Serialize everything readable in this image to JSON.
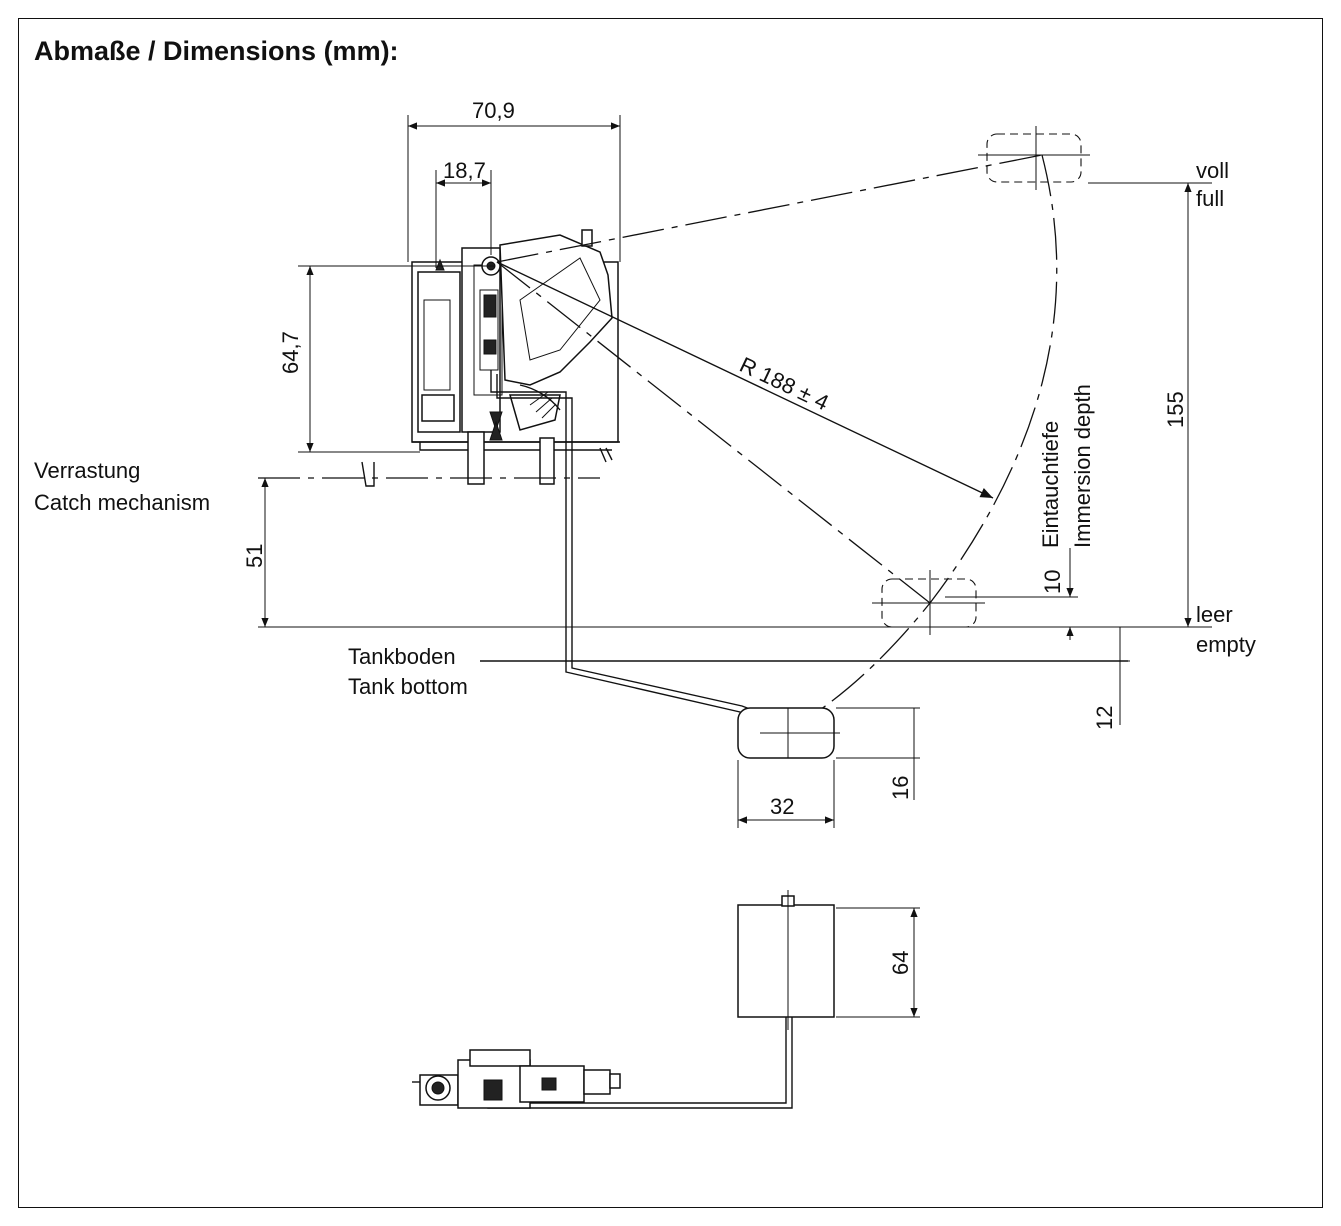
{
  "title": "Abmaße / Dimensions (mm):",
  "dimensions": {
    "width_total": "70,9",
    "width_pivot": "18,7",
    "height_head": "64,7",
    "radius": "R 188 ± 4",
    "travel": "155",
    "catch_depth": "51",
    "immersion": "10",
    "bottom_gap": "12",
    "float_height": "16",
    "float_width": "32",
    "float_length": "64"
  },
  "labels": {
    "full_de": "voll",
    "full_en": "full",
    "empty_de": "leer",
    "empty_en": "empty",
    "catch_de": "Verrastung",
    "catch_en": "Catch mechanism",
    "tank_de": "Tankboden",
    "tank_en": "Tank bottom",
    "immersion_de": "Eintauchtiefe",
    "immersion_en": "Immersion depth"
  }
}
